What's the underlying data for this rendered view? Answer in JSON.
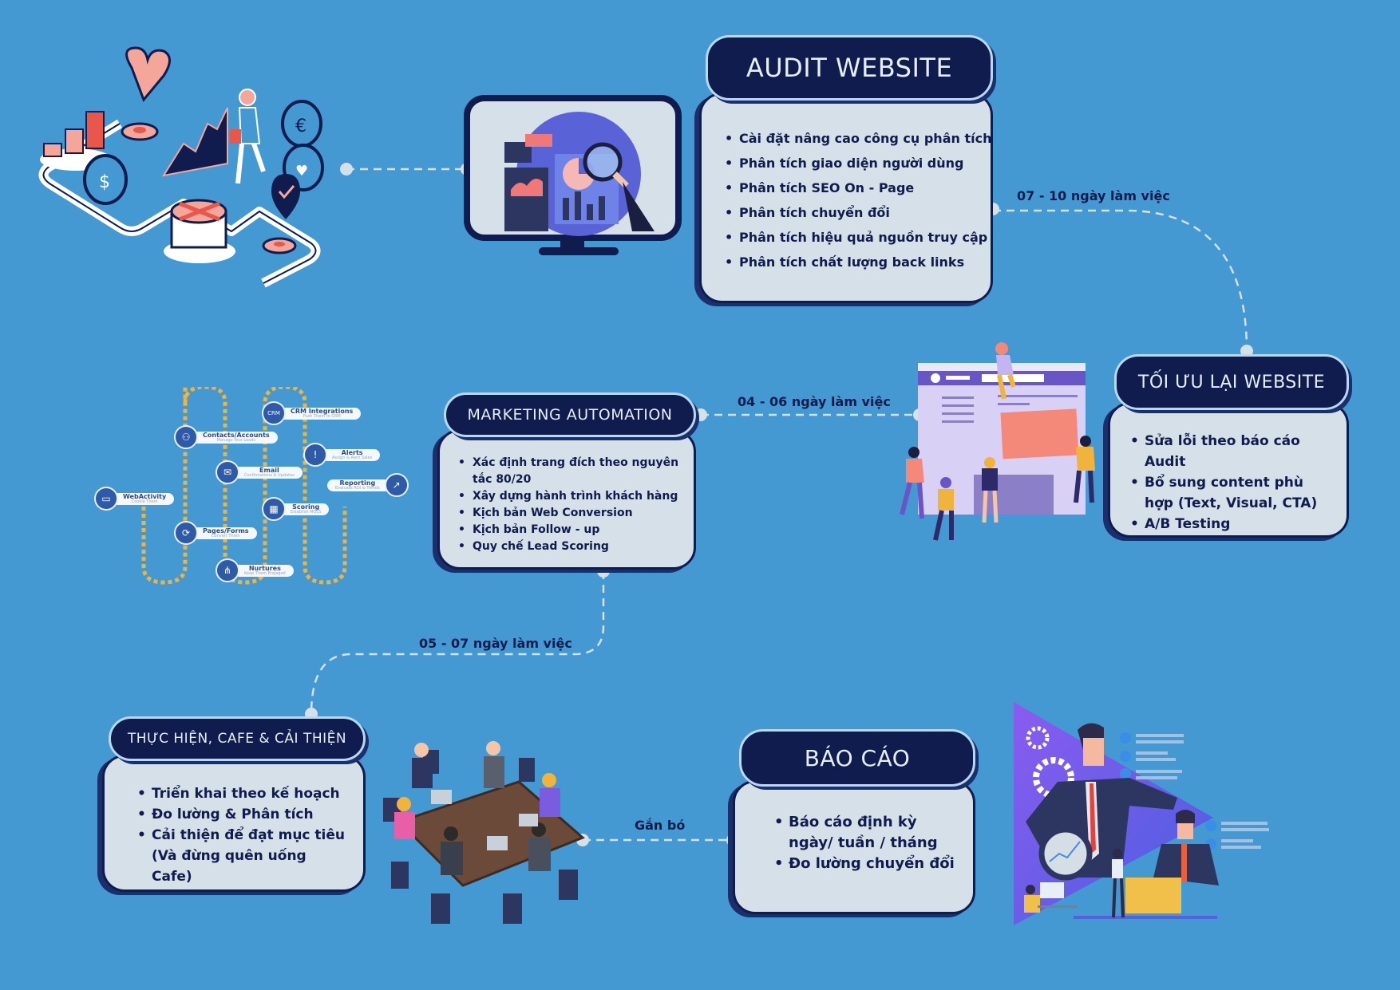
{
  "colors": {
    "background": "#4499d3",
    "navy": "#0f1c4d",
    "card_body": "#d5e0e8",
    "card_outline": "#b8d8ef",
    "connector": "#d5e0e8",
    "accent_salmon": "#f4a69a",
    "accent_orange": "#f0b33c",
    "accent_purple": "#7a5ce0"
  },
  "steps": {
    "audit": {
      "title": "AUDIT WEBSITE",
      "items": [
        "Cài đặt nâng cao công cụ phân tích",
        "Phân tích giao diện người dùng",
        "Phân tích SEO On - Page",
        "Phân tích chuyển đổi",
        "Phân tích hiệu quả nguồn truy cập",
        "Phân tích chất lượng back links"
      ]
    },
    "optimize": {
      "title": "TỐI ƯU LẠI WEBSITE",
      "items": [
        "Sửa lỗi theo báo cáo Audit",
        "Bổ sung content phù hợp (Text, Visual, CTA)",
        "A/B Testing"
      ]
    },
    "automation": {
      "title": "MARKETING AUTOMATION",
      "items": [
        "Xác định trang đích theo nguyên tắc 80/20",
        "Xây dựng hành trình khách hàng",
        "Kịch bản Web Conversion",
        "Kịch bản Follow - up",
        "Quy chế Lead Scoring"
      ]
    },
    "execute": {
      "title": "THỰC HIỆN, CAFE & CẢI THIỆN",
      "items": [
        "Triển khai theo kế hoạch",
        "Đo lường & Phân tích",
        "Cải thiện để đạt mục tiêu (Và đừng quên uống Cafe)"
      ]
    },
    "report": {
      "title": "BÁO CÁO",
      "items": [
        "Báo cáo định kỳ ngày/ tuần / tháng",
        "Đo lường chuyển đổi"
      ]
    }
  },
  "connectors": {
    "audit_to_optimize": "07 - 10 ngày làm việc",
    "optimize_to_automation": "04 - 06 ngày làm việc",
    "automation_to_execute": "05 - 07 ngày làm việc",
    "execute_to_report": "Gắn bó"
  },
  "automation_diagram": {
    "nodes": [
      {
        "title": "WebActivity",
        "subtitle": "Cookie Them",
        "icon": "monitor-icon"
      },
      {
        "title": "Contacts/Accounts",
        "subtitle": "Manage Your Leads",
        "icon": "contacts-icon"
      },
      {
        "title": "Pages/Forms",
        "subtitle": "Convert Them",
        "icon": "form-icon"
      },
      {
        "title": "Email",
        "subtitle": "Confirmations & Updates",
        "icon": "envelope-icon"
      },
      {
        "title": "Nurtures",
        "subtitle": "Keep Them Engaged",
        "icon": "flow-icon"
      },
      {
        "title": "CRM Integrations",
        "subtitle": "Push Them to CRM",
        "icon": "crm-cloud-icon"
      },
      {
        "title": "Scoring",
        "subtitle": "Establish MQLS",
        "icon": "scoring-icon"
      },
      {
        "title": "Alerts",
        "subtitle": "Assign & Alert Sales",
        "icon": "alert-icon"
      },
      {
        "title": "Reporting",
        "subtitle": "Evaluate ROI & Trends",
        "icon": "chart-icon"
      }
    ],
    "crm_badge": "CRM"
  }
}
